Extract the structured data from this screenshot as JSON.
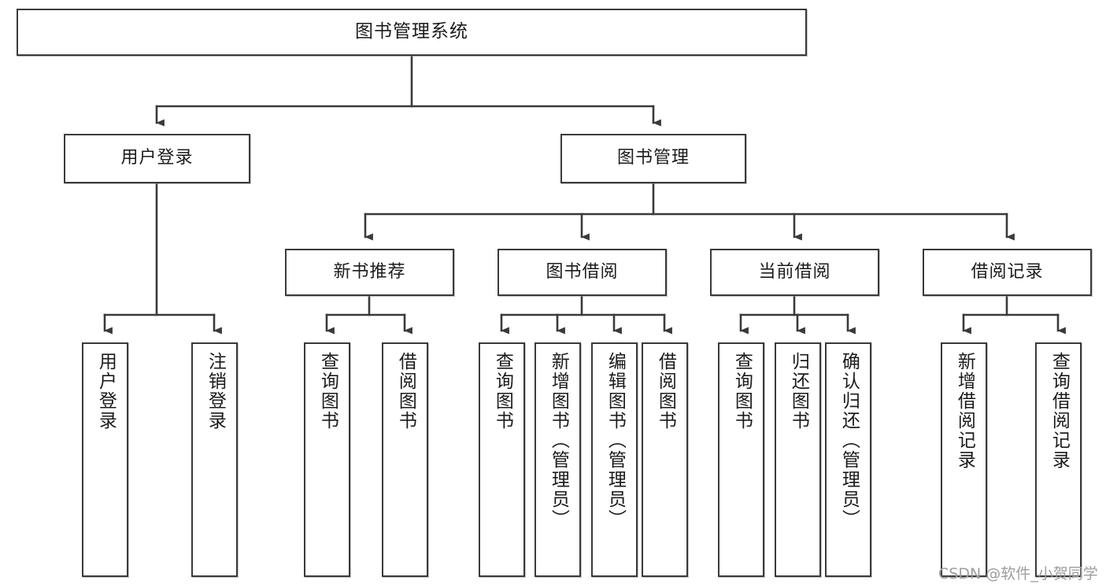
{
  "diagram": {
    "title": "图书管理系统",
    "type": "tree-hierarchy-chart",
    "orientation": "top-down",
    "colors": {
      "box_border": "#3a3a3a",
      "box_fill": "#ffffff",
      "connector": "#3a3a3a",
      "text": "#1b1b1b",
      "watermark": "#9d9d9d",
      "background": "#ffffff"
    }
  },
  "root": {
    "label": "图书管理系统"
  },
  "level2": [
    {
      "label": "用户登录"
    },
    {
      "label": "图书管理"
    }
  ],
  "level3": [
    {
      "label": "新书推荐"
    },
    {
      "label": "图书借阅"
    },
    {
      "label": "当前借阅"
    },
    {
      "label": "借阅记录"
    }
  ],
  "leaves": {
    "user_login": [
      {
        "label": "用户登录"
      },
      {
        "label": "注销登录"
      }
    ],
    "new_book_recommend": [
      {
        "label": "查询图书"
      },
      {
        "label": "借阅图书"
      }
    ],
    "book_borrow": [
      {
        "label": "查询图书"
      },
      {
        "label": "新增图书（管理员）"
      },
      {
        "label": "编辑图书（管理员）"
      },
      {
        "label": "借阅图书"
      }
    ],
    "current_borrow": [
      {
        "label": "查询图书"
      },
      {
        "label": "归还图书"
      },
      {
        "label": "确认归还（管理员）"
      }
    ],
    "borrow_records": [
      {
        "label": "新增借阅记录"
      },
      {
        "label": "查询借阅记录"
      }
    ]
  },
  "watermark": {
    "text": "CSDN @软件_小贺同学"
  }
}
